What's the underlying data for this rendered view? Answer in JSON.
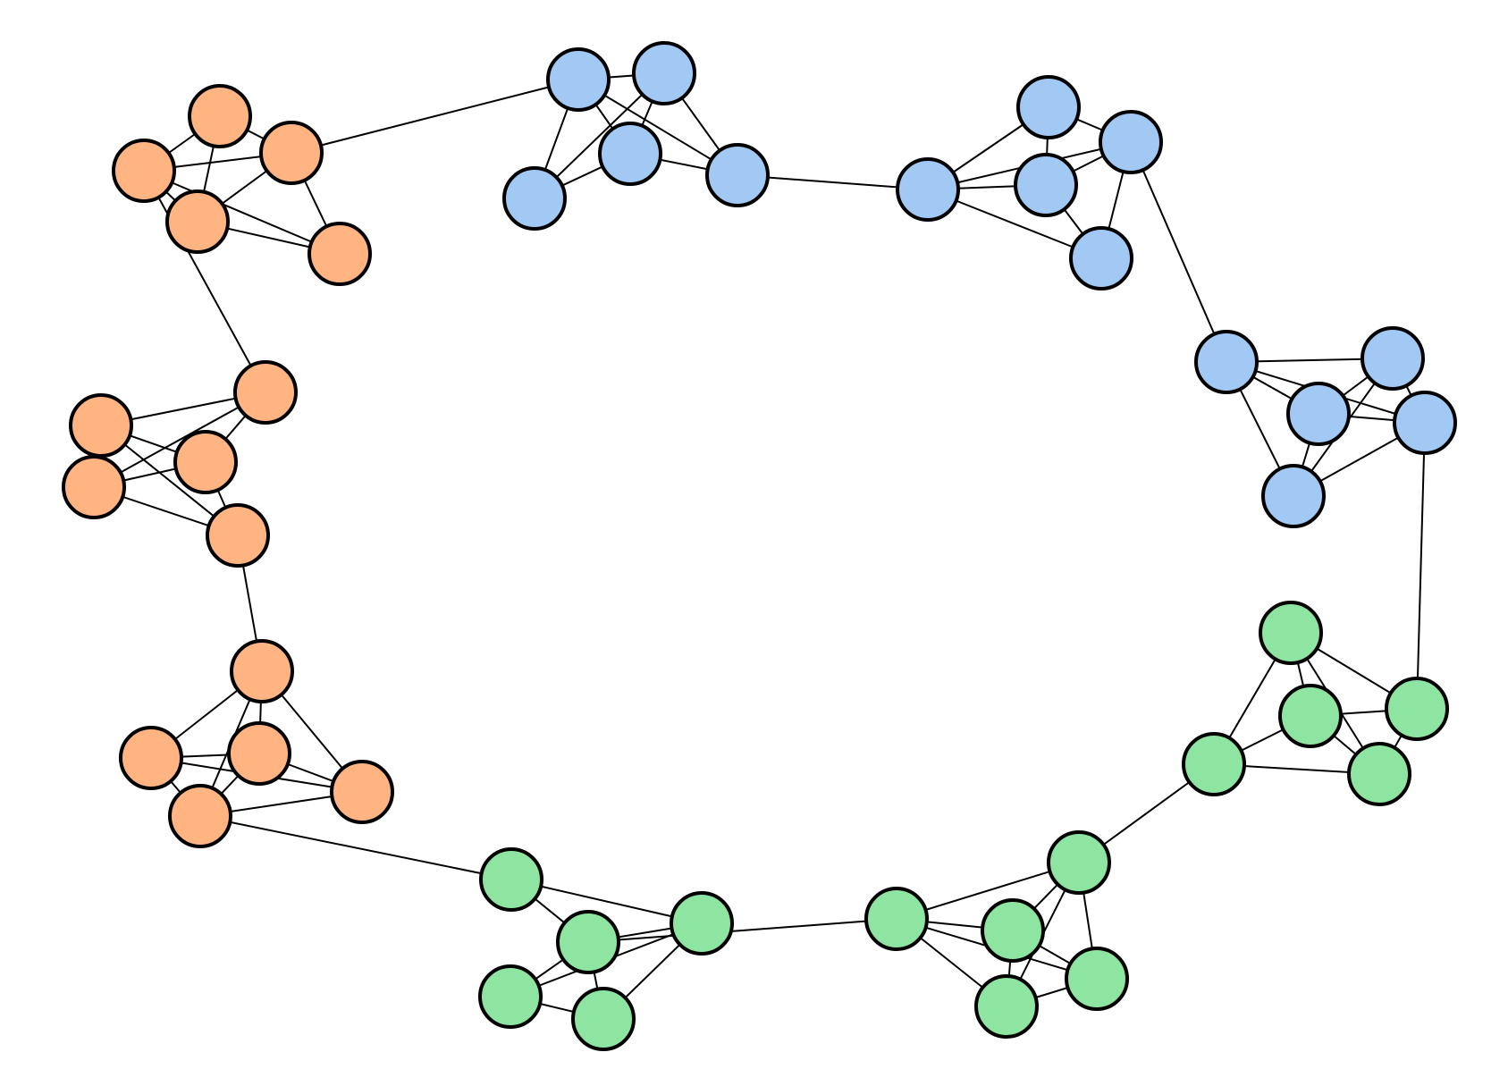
{
  "diagram": {
    "type": "network-graph",
    "colors": {
      "orange": "#FFB482",
      "blue": "#A1C9F4",
      "green": "#8DE5A1",
      "edge": "#000000",
      "outline": "#000000"
    },
    "groups": [
      {
        "id": "A",
        "color": "orange"
      },
      {
        "id": "B",
        "color": "orange"
      },
      {
        "id": "C",
        "color": "orange"
      },
      {
        "id": "D",
        "color": "green"
      },
      {
        "id": "E",
        "color": "green"
      },
      {
        "id": "F",
        "color": "green"
      },
      {
        "id": "G",
        "color": "blue"
      },
      {
        "id": "H",
        "color": "blue"
      },
      {
        "id": "I",
        "color": "blue"
      }
    ],
    "edges": [
      [
        "A1",
        "A2"
      ],
      [
        "A1",
        "A3"
      ],
      [
        "A1",
        "A4"
      ],
      [
        "A2",
        "A3"
      ],
      [
        "A2",
        "A4"
      ],
      [
        "A3",
        "A4"
      ],
      [
        "A3",
        "A5"
      ],
      [
        "A4",
        "A5"
      ],
      [
        "A2",
        "A5"
      ],
      [
        "B1",
        "B2"
      ],
      [
        "B1",
        "B3"
      ],
      [
        "B2",
        "B3"
      ],
      [
        "B2",
        "B4"
      ],
      [
        "B2",
        "B5"
      ],
      [
        "B1",
        "B4"
      ],
      [
        "B3",
        "B4"
      ],
      [
        "B4",
        "B5"
      ],
      [
        "B3",
        "B5"
      ],
      [
        "C1",
        "C2"
      ],
      [
        "C1",
        "C3"
      ],
      [
        "C1",
        "C4"
      ],
      [
        "C1",
        "C5"
      ],
      [
        "C2",
        "C3"
      ],
      [
        "C2",
        "C5"
      ],
      [
        "C3",
        "C4"
      ],
      [
        "C3",
        "C5"
      ],
      [
        "C4",
        "C5"
      ],
      [
        "C2",
        "C4"
      ],
      [
        "D1",
        "D2"
      ],
      [
        "D1",
        "D3"
      ],
      [
        "D2",
        "D3"
      ],
      [
        "D2",
        "D4"
      ],
      [
        "D2",
        "D5"
      ],
      [
        "D3",
        "D4"
      ],
      [
        "D3",
        "D5"
      ],
      [
        "D4",
        "D5"
      ],
      [
        "E1",
        "E2"
      ],
      [
        "E1",
        "E3"
      ],
      [
        "E1",
        "E4"
      ],
      [
        "E2",
        "E3"
      ],
      [
        "E2",
        "E4"
      ],
      [
        "E2",
        "E5"
      ],
      [
        "E3",
        "E4"
      ],
      [
        "E3",
        "E5"
      ],
      [
        "E4",
        "E5"
      ],
      [
        "E1",
        "E5"
      ],
      [
        "F1",
        "F2"
      ],
      [
        "F1",
        "F3"
      ],
      [
        "F1",
        "F5"
      ],
      [
        "F2",
        "F3"
      ],
      [
        "F2",
        "F4"
      ],
      [
        "F2",
        "F5"
      ],
      [
        "F3",
        "F4"
      ],
      [
        "F3",
        "F5"
      ],
      [
        "F4",
        "F5"
      ],
      [
        "G1",
        "G2"
      ],
      [
        "G1",
        "G3"
      ],
      [
        "G1",
        "G4"
      ],
      [
        "G1",
        "G5"
      ],
      [
        "G2",
        "G3"
      ],
      [
        "G2",
        "G4"
      ],
      [
        "G2",
        "G5"
      ],
      [
        "G3",
        "G4"
      ],
      [
        "G3",
        "G5"
      ],
      [
        "G4",
        "G5"
      ],
      [
        "H1",
        "H2"
      ],
      [
        "H1",
        "H3"
      ],
      [
        "H1",
        "H4"
      ],
      [
        "H2",
        "H3"
      ],
      [
        "H2",
        "H4"
      ],
      [
        "H3",
        "H4"
      ],
      [
        "H3",
        "H5"
      ],
      [
        "H4",
        "H5"
      ],
      [
        "H1",
        "H5"
      ],
      [
        "I1",
        "I2"
      ],
      [
        "I1",
        "I3"
      ],
      [
        "I1",
        "I4"
      ],
      [
        "I1",
        "I5"
      ],
      [
        "I2",
        "I3"
      ],
      [
        "I2",
        "I4"
      ],
      [
        "I3",
        "I4"
      ],
      [
        "I3",
        "I5"
      ],
      [
        "I2",
        "I5"
      ],
      [
        "A2",
        "I1"
      ],
      [
        "I4",
        "H1"
      ],
      [
        "H3",
        "G1"
      ],
      [
        "G4",
        "F4"
      ],
      [
        "F1",
        "E1"
      ],
      [
        "E2",
        "D2"
      ],
      [
        "D1",
        "C5"
      ],
      [
        "C1",
        "B5"
      ],
      [
        "B1",
        "A3"
      ]
    ]
  }
}
